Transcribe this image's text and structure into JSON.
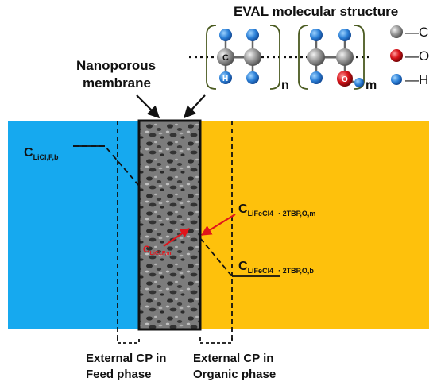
{
  "title": "EVAL molecular structure",
  "membrane_label_line1": "Nanoporous",
  "membrane_label_line2": "membrane",
  "subscript_n": "n",
  "subscript_m": "m",
  "atom_c_label": "C",
  "atom_h_label": "H",
  "atom_o_label": "O",
  "legend": [
    {
      "symbol": "carbon",
      "label": "—C",
      "color": "#8a8a8a"
    },
    {
      "symbol": "oxygen",
      "label": "—O",
      "color": "#d8141a"
    },
    {
      "symbol": "hydrogen",
      "label": "—H",
      "color": "#2b7fd6"
    }
  ],
  "conc_feed_bulk": {
    "main": "C",
    "sub": "LiCl,F,b"
  },
  "conc_organic_membrane": {
    "main": "C",
    "sub": "LiFeCl4",
    "sub2": "· 2TBP,O,m"
  },
  "conc_organic_bulk": {
    "main": "C",
    "sub": "LiFeCl4",
    "sub2": "· 2TBP,O,b"
  },
  "conc_feed_membrane": {
    "main": "C",
    "sub": "LiCl,F,m"
  },
  "bottom_left_line1": "External CP in",
  "bottom_left_line2": "Feed phase",
  "bottom_right_line1": "External CP in",
  "bottom_right_line2": "Organic phase",
  "colors": {
    "feed": "#16a9ef",
    "organic": "#fec10c",
    "membrane": "#6e6e6e",
    "arrow_red": "#e0141b"
  }
}
